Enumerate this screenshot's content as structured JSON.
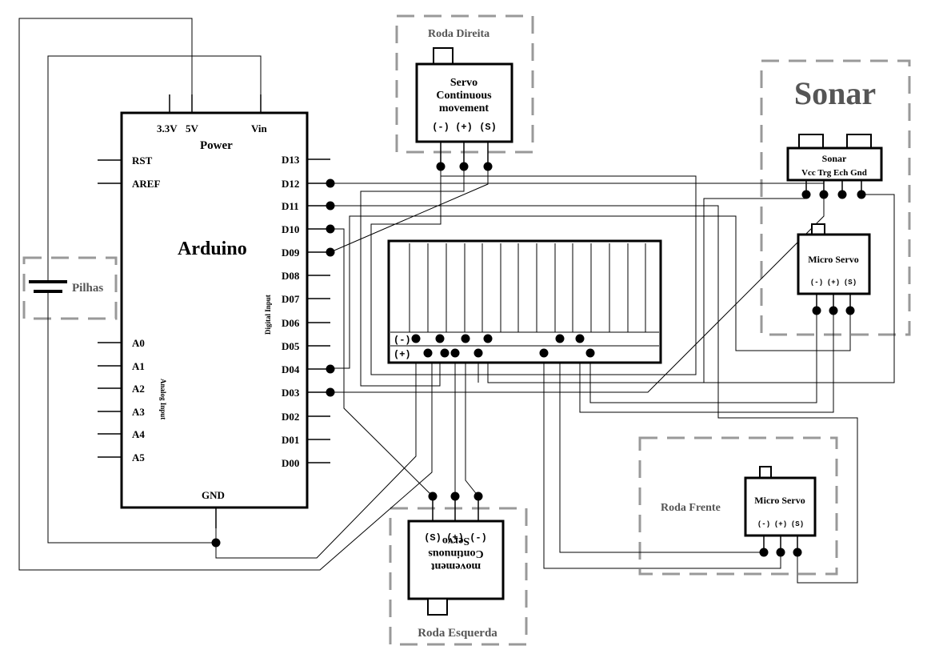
{
  "colors": {
    "line": "#000000",
    "frame": "#999999",
    "group_text": "#555555"
  },
  "arduino": {
    "title": "Arduino",
    "power_label": "Power",
    "power_pins": [
      "3.3V",
      "5V",
      "Vin"
    ],
    "left_pins": [
      "RST",
      "AREF"
    ],
    "analog_pins": [
      "A0",
      "A1",
      "A2",
      "A3",
      "A4",
      "A5"
    ],
    "analog_label": "Analog Input",
    "digital_pins": [
      "D13",
      "D12",
      "D11",
      "D10",
      "D09",
      "D08",
      "D07",
      "D06",
      "D05",
      "D04",
      "D03",
      "D02",
      "D01",
      "D00"
    ],
    "digital_label": "Digital Input",
    "gnd_label": "GND"
  },
  "battery": {
    "label": "Pilhas"
  },
  "roda_direita": {
    "group_label": "Roda Direita",
    "servo_lines": [
      "Servo",
      "Continuous",
      "movement"
    ],
    "pins": [
      "(-)",
      "(+)",
      "(S)"
    ]
  },
  "roda_esquerda": {
    "group_label": "Roda Esquerda",
    "servo_lines": [
      "Servo",
      "Continuous",
      "movement"
    ],
    "pins": [
      "(-)",
      "(+)",
      "(S)"
    ]
  },
  "sonar": {
    "group_label": "Sonar",
    "title": "Sonar",
    "pins_text": "Vcc Trg Ech Gnd"
  },
  "micro_servo_sonar": {
    "title": "Micro Servo",
    "pins": [
      "(-)",
      "(+)",
      "(S)"
    ]
  },
  "roda_frente": {
    "group_label": "Roda Frente",
    "title": "Micro Servo",
    "pins": [
      "(-)",
      "(+)",
      "(S)"
    ]
  },
  "breadboard": {
    "minus_label": "(-)",
    "plus_label": "(+)"
  }
}
